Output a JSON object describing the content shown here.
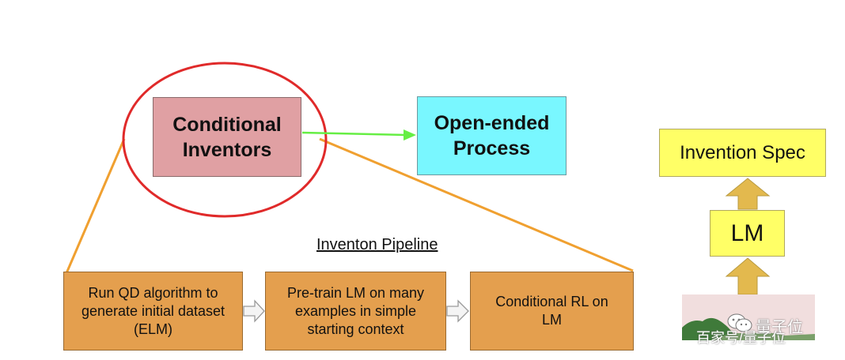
{
  "diagram": {
    "conditional_inventors": "Conditional\nInventors",
    "open_ended_process": "Open-ended\nProcess",
    "invention_spec": "Invention Spec",
    "lm": "LM",
    "pipeline_title": "Inventon Pipeline",
    "steps": [
      {
        "label": "Run QD algorithm to\ngenerate initial dataset\n(ELM)"
      },
      {
        "label": "Pre-train LM on many\nexamples in simple\nstarting context"
      },
      {
        "label": "Conditional RL on\nLM"
      }
    ],
    "watermark": "量子位",
    "watermark_bottom": "百家号/量子位"
  },
  "colors": {
    "conditional_inventors_fill": "#e0a0a3",
    "open_ended_process_fill": "#79f7ff",
    "spec_fill": "#ffff66",
    "step_fill": "#e49f4e",
    "ellipse_stroke": "#e02a2a",
    "green_arrow": "#66ee44",
    "orange_lines": "#f0a030",
    "up_arrow_fill": "#e3b94e"
  }
}
